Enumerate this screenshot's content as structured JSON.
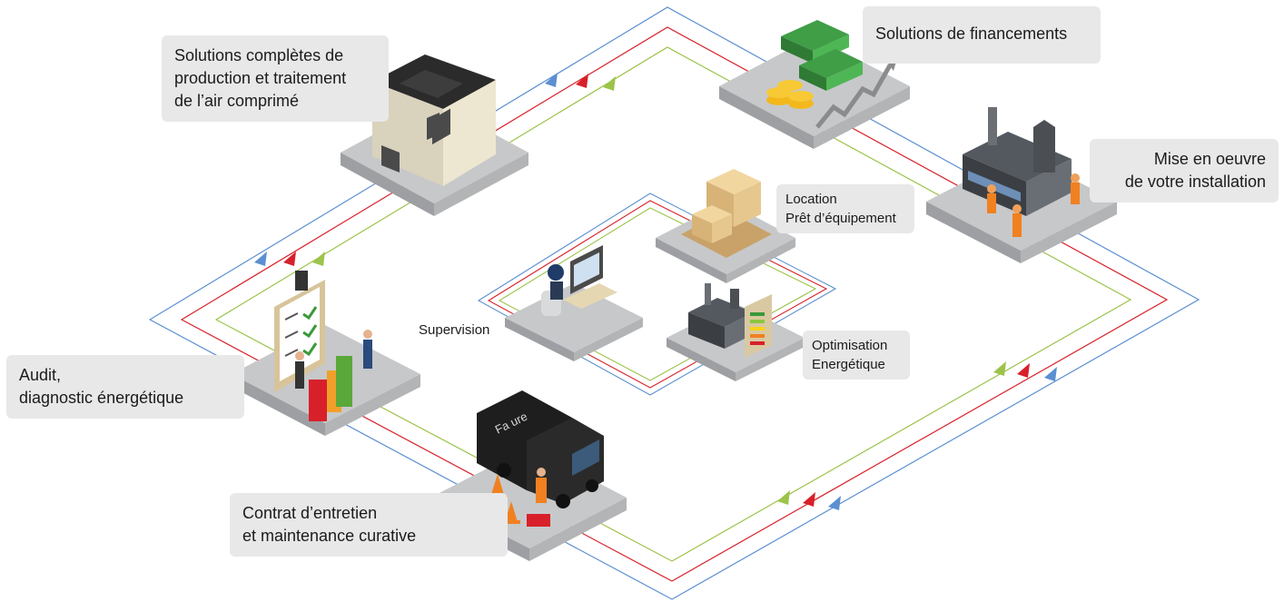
{
  "colors": {
    "blue": "#5b8fd1",
    "red": "#d8202a",
    "green": "#9cc34a",
    "platform": "#c7c8ca",
    "platform_side": "#9d9fa2",
    "label_bg": "#e8e8e9"
  },
  "outer_cycle": [
    {
      "id": "production",
      "lines": [
        "Solutions complètes de",
        "production et traitement",
        "de l’air comprimé"
      ],
      "icon": "air-compressor-icon"
    },
    {
      "id": "financing",
      "lines": [
        "Solutions de financements"
      ],
      "icon": "money-stack-icon"
    },
    {
      "id": "installation",
      "lines": [
        "Mise en oeuvre",
        "de votre installation"
      ],
      "icon": "factory-workers-icon"
    },
    {
      "id": "maintenance",
      "lines": [
        "Contrat d’entretien",
        "et maintenance curative"
      ],
      "icon": "service-van-icon"
    },
    {
      "id": "audit",
      "lines": [
        "Audit,",
        "diagnostic énergétique"
      ],
      "icon": "audit-checklist-icon"
    }
  ],
  "inner_cycle": [
    {
      "id": "rental",
      "lines": [
        "Location",
        "Prêt d’équipement"
      ],
      "icon": "pallet-boxes-icon"
    },
    {
      "id": "supervision",
      "lines": [
        "Supervision"
      ],
      "icon": "operator-workstation-icon"
    },
    {
      "id": "optimisation",
      "lines": [
        "Optimisation",
        "Energétique"
      ],
      "icon": "energy-label-factory-icon"
    }
  ],
  "van_brand": "Fa ure"
}
